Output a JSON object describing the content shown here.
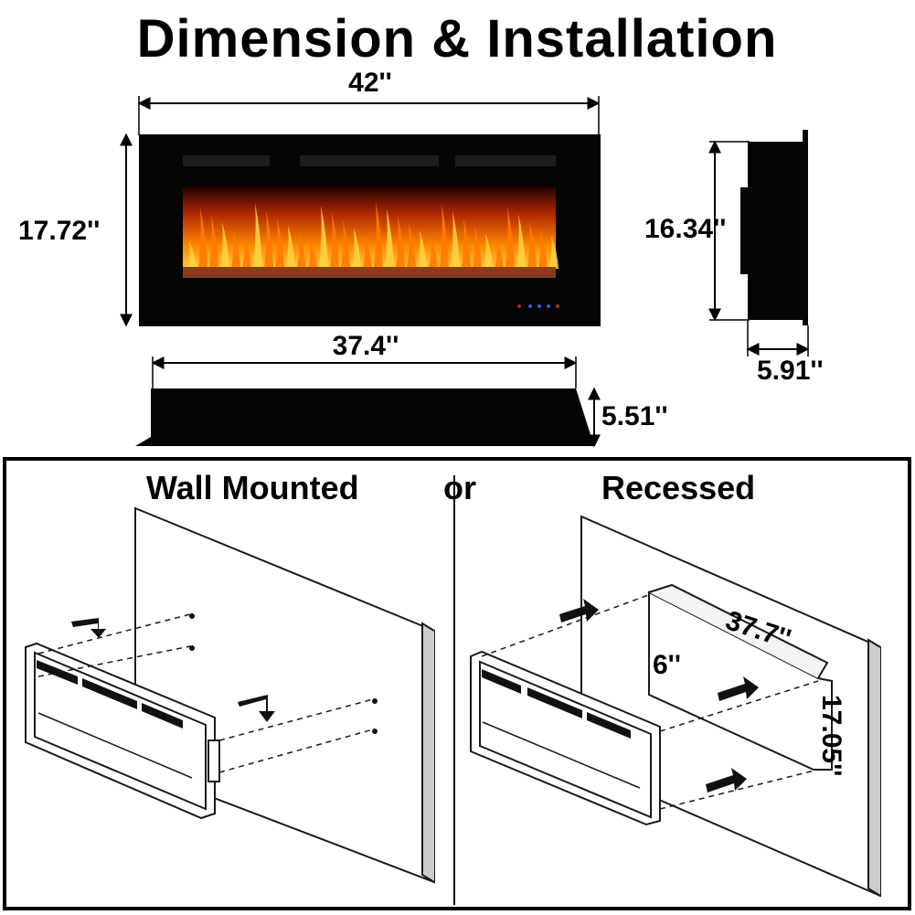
{
  "title": "Dimension & Installation",
  "dimensions": {
    "front_width": "42''",
    "front_height": "17.72''",
    "inner_width": "37.4''",
    "depth_bottom": "5.51''",
    "side_height": "16.34''",
    "side_depth": "5.91''"
  },
  "installation": {
    "wall_mounted_label": "Wall Mounted",
    "or_label": "or",
    "recessed_label": "Recessed",
    "recess_width": "37.7''",
    "recess_depth": "6''",
    "recess_height": "17.05''"
  },
  "colors": {
    "frame": "#000000",
    "flame": "#ff8a00",
    "wall_line": "#1a1a1a"
  }
}
